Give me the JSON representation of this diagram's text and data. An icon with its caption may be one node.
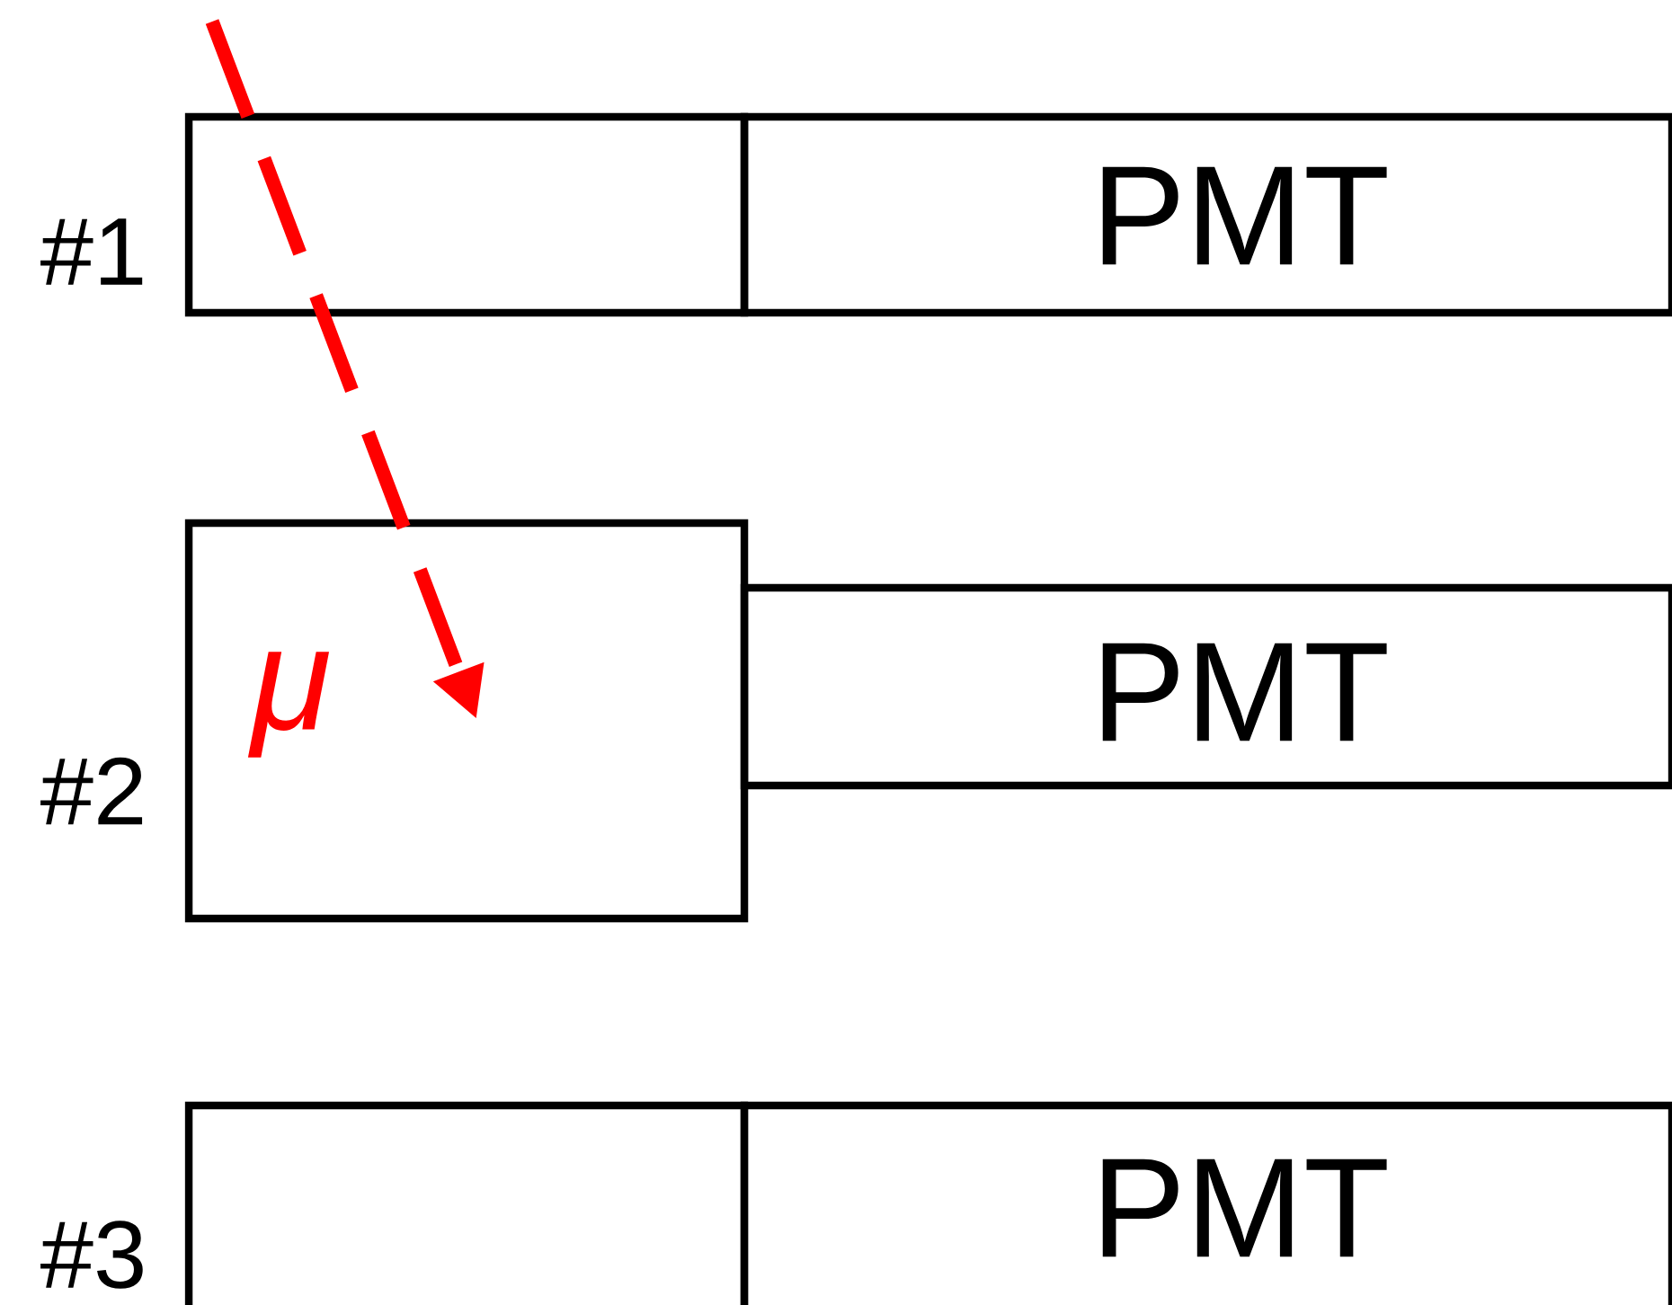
{
  "diagram": {
    "nodes": [
      {
        "text": [],
        "shape": "box"
      },
      {
        "text": [
          "PMT"
        ]
      },
      {
        "text": [],
        "shape": "box"
      },
      {
        "text": [
          "PMT"
        ]
      },
      {
        "text": [],
        "shape": "box"
      },
      {
        "text": [
          "PMT"
        ]
      }
    ],
    "edges": [
      {
        "from": null,
        "to": 2,
        "arrow": "to",
        "style": "dashed",
        "color": "#ff0000",
        "label": "μ"
      }
    ],
    "labels": [
      "#1",
      "#2",
      "#3"
    ]
  }
}
